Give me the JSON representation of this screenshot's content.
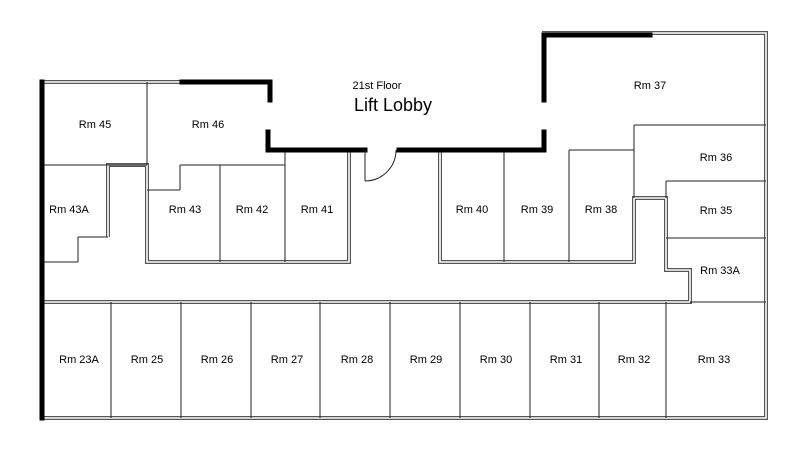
{
  "floor": "21st Floor",
  "lobby": "Lift Lobby",
  "rooms": {
    "rm45": "Rm 45",
    "rm46": "Rm 46",
    "rm43a": "Rm 43A",
    "rm43": "Rm 43",
    "rm42": "Rm 42",
    "rm41": "Rm 41",
    "rm40": "Rm 40",
    "rm39": "Rm 39",
    "rm38": "Rm 38",
    "rm37": "Rm 37",
    "rm36": "Rm 36",
    "rm35": "Rm 35",
    "rm33a": "Rm 33A",
    "rm23a": "Rm 23A",
    "rm25": "Rm 25",
    "rm26": "Rm 26",
    "rm27": "Rm 27",
    "rm28": "Rm 28",
    "rm29": "Rm 29",
    "rm30": "Rm 30",
    "rm31": "Rm 31",
    "rm32": "Rm 32",
    "rm33": "Rm 33"
  }
}
